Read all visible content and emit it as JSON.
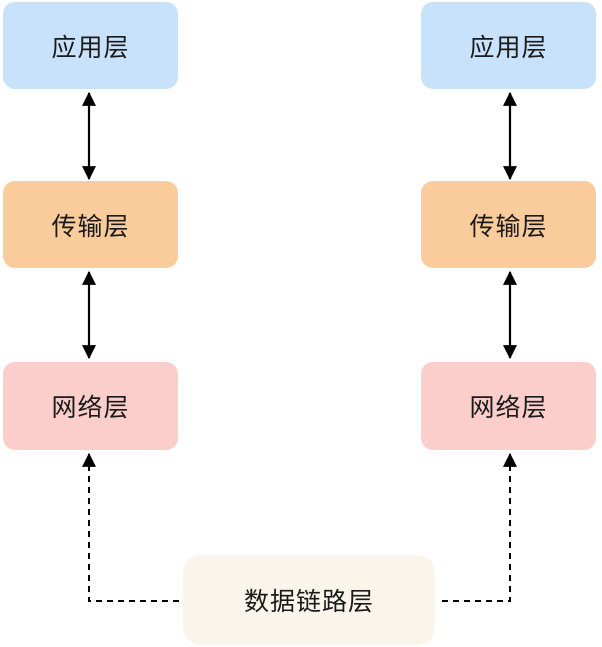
{
  "diagram": {
    "stacks": [
      {
        "id": "left",
        "layers": [
          {
            "id": "application",
            "label": "应用层",
            "fill": "#C9E2FB"
          },
          {
            "id": "transport",
            "label": "传输层",
            "fill": "#FACC9B"
          },
          {
            "id": "network",
            "label": "网络层",
            "fill": "#FBCECC"
          }
        ]
      },
      {
        "id": "right",
        "layers": [
          {
            "id": "application",
            "label": "应用层",
            "fill": "#C9E2FB"
          },
          {
            "id": "transport",
            "label": "传输层",
            "fill": "#FACC9B"
          },
          {
            "id": "network",
            "label": "网络层",
            "fill": "#FBCECC"
          }
        ]
      }
    ],
    "shared_layer": {
      "id": "datalink",
      "label": "数据链路层",
      "fill": "#F9F5EA"
    },
    "connectors": [
      {
        "type": "double-arrow",
        "style": "solid",
        "from": "left.application",
        "to": "left.transport"
      },
      {
        "type": "double-arrow",
        "style": "solid",
        "from": "left.transport",
        "to": "left.network"
      },
      {
        "type": "double-arrow",
        "style": "solid",
        "from": "right.application",
        "to": "right.transport"
      },
      {
        "type": "double-arrow",
        "style": "solid",
        "from": "right.transport",
        "to": "right.network"
      },
      {
        "type": "arrow",
        "style": "dashed",
        "from": "shared.datalink",
        "to": "left.network"
      },
      {
        "type": "arrow",
        "style": "dashed",
        "from": "shared.datalink",
        "to": "right.network"
      }
    ],
    "colors": {
      "application": "#C9E2FB",
      "transport": "#FACC9B",
      "network": "#FBCECC",
      "datalink": "#F9F5EA",
      "arrow": "#000000",
      "text": "#1A1A1A",
      "background": "#FFFFFF"
    }
  }
}
